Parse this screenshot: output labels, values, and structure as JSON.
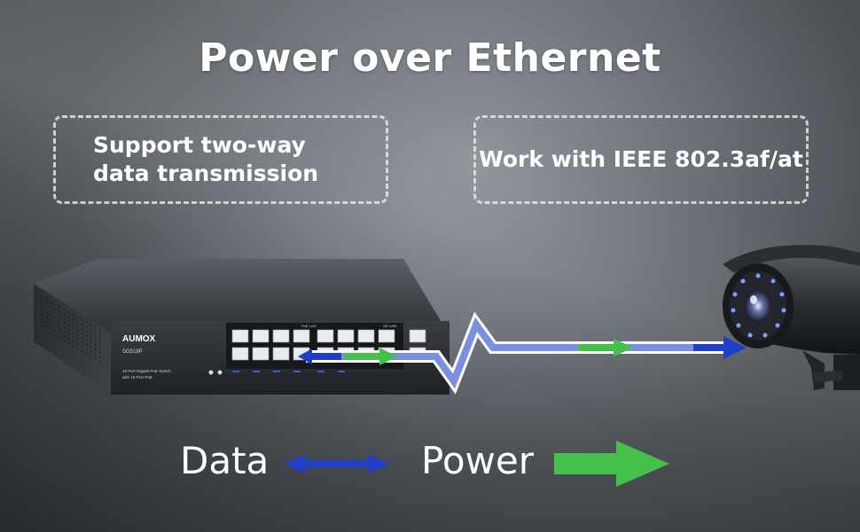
{
  "title": "Power over Ethernet",
  "features": [
    {
      "text": "Support two-way data transmission"
    },
    {
      "text": "Work with IEEE 802.3af/at"
    }
  ],
  "device": {
    "brand": "AUMOX",
    "model": "SG518P",
    "description_line1": "16-Port Gigabit PoE Switch",
    "description_line2": "with 16-Port PoE",
    "port_label_poe": "PoE LAN",
    "port_label_uplink": "GE LINK"
  },
  "legend": {
    "data_label": "Data",
    "power_label": "Power"
  },
  "colors": {
    "data_arrow": "#1f3fc6",
    "power_arrow": "#45c04a",
    "cable_outline": "#ffffff",
    "cable_fill": "#7a8fe0"
  },
  "icons": {
    "switch": "poe-switch-device",
    "camera": "cctv-bullet-camera",
    "data_arrow": "double-headed-arrow",
    "power_arrow": "right-arrow"
  }
}
